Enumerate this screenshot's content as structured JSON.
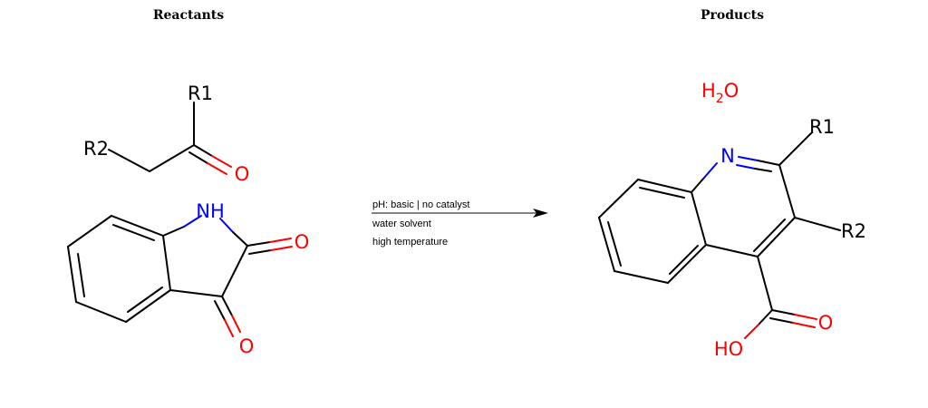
{
  "headers": {
    "reactants": "Reactants",
    "products": "Products"
  },
  "conditions": [
    "pH: basic | no catalyst",
    "water solvent",
    "high temperature"
  ],
  "atoms": {
    "r1_reactant": "R1",
    "r2_reactant": "R2",
    "o_ketone": "O",
    "nh": "NH",
    "o_isatin_1": "O",
    "o_isatin_2": "O",
    "water_h": "H",
    "water_sub": "2",
    "water_o": "O",
    "n_quinoline": "N",
    "r1_product": "R1",
    "r2_product": "R2",
    "o_carbonyl": "O",
    "hydroxyl": "HO"
  },
  "colors": {
    "bond": "#000000",
    "oxygen": "#ff0000",
    "nitrogen": "#0000ff",
    "background": "#ffffff"
  }
}
